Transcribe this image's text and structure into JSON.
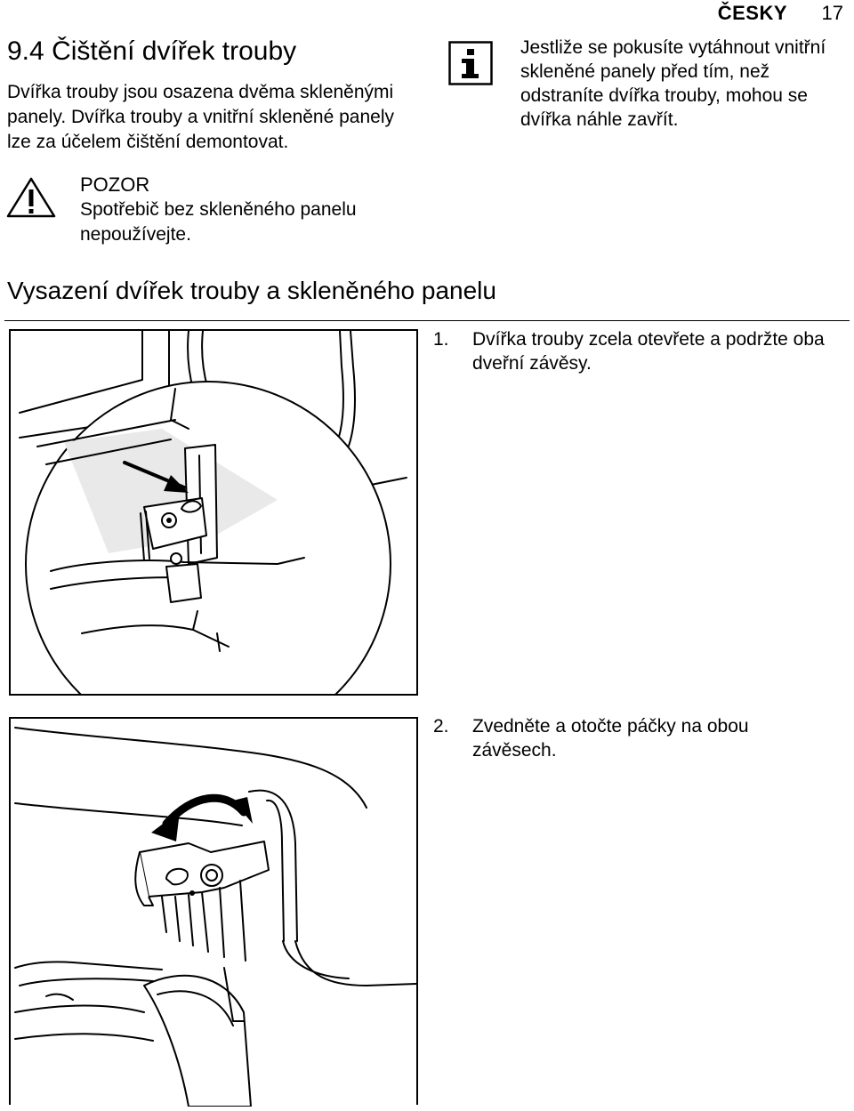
{
  "header": {
    "language": "ČESKY",
    "page_number": "17"
  },
  "section": {
    "number": "9.4",
    "title": "Čištění dvířek trouby",
    "intro": "Dvířka trouby jsou osazena dvěma skleněnými panely. Dvířka trouby a vnitřní skleněné panely lze za účelem čištění demontovat."
  },
  "warning": {
    "icon": "warning-triangle-icon",
    "title": "POZOR",
    "text": "Spotřebič bez skleněného panelu nepoužívejte."
  },
  "info": {
    "icon": "info-icon",
    "text": "Jestliže se pokusíte vytáhnout vnitřní skleněné panely před tím, než odstraníte dvířka trouby, mohou se dvířka náhle zavřít."
  },
  "subsection": {
    "title": "Vysazení dvířek trouby a skleněného panelu"
  },
  "steps": [
    {
      "number": "1.",
      "text": "Dvířka trouby zcela otevřete a podržte oba dveřní závěsy."
    },
    {
      "number": "2.",
      "text": "Zvedněte a otočte páčky na obou závěsech."
    }
  ]
}
